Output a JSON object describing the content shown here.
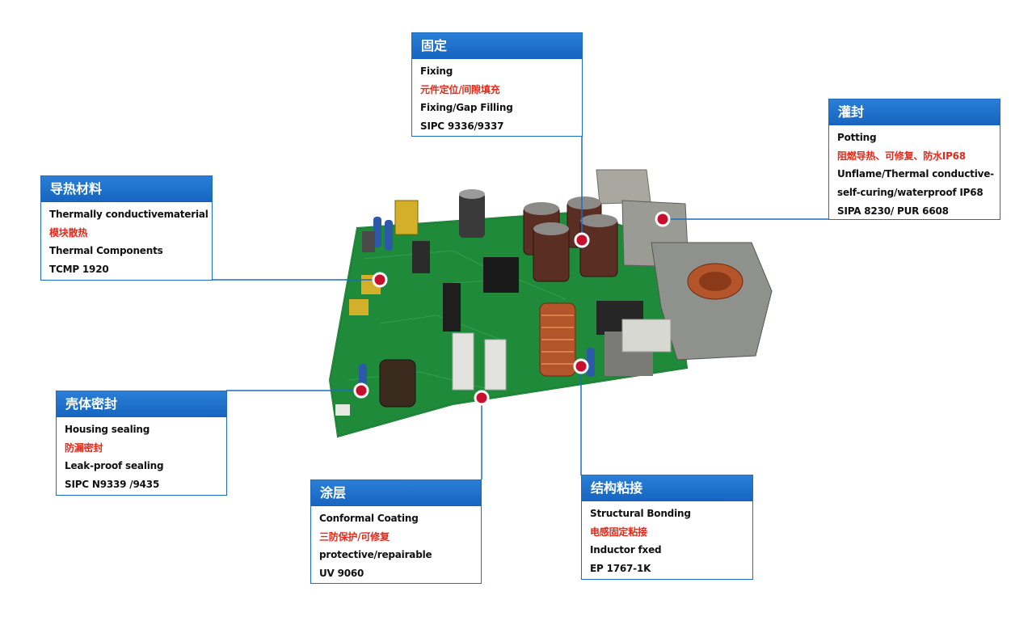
{
  "callouts": {
    "fixing": {
      "title": "固定",
      "line1": "Fixing",
      "line2": "元件定位/间隙填充",
      "line3": "Fixing/Gap Filling",
      "line4": "SIPC 9336/9337"
    },
    "potting": {
      "title": "灌封",
      "line1": "Potting",
      "line2": "阻燃导热、可修复、防水IP68",
      "line3": "Unflame/Thermal conductive-",
      "line4": "self-curing/waterproof IP68",
      "line5": "SIPA 8230/ PUR 6608"
    },
    "thermal": {
      "title": "导热材料",
      "line1": "Thermally conductivematerial",
      "line2": "模块散热",
      "line3": "Thermal Components",
      "line4": "TCMP 1920"
    },
    "housing": {
      "title": "壳体密封",
      "line1": "Housing sealing",
      "line2": "防漏密封",
      "line3": "Leak-proof sealing",
      "line4": "SIPC N9339 /9435"
    },
    "coating": {
      "title": "涂层",
      "line1": "Conformal Coating",
      "line2": "三防保护/可修复",
      "line3": "protective/repairable",
      "line4": "UV 9060"
    },
    "bonding": {
      "title": "结构粘接",
      "line1": "Structural Bonding",
      "line2": "电感固定粘接",
      "line3": "Inductor fxed",
      "line4": "EP 1767-1K"
    }
  },
  "colors": {
    "accent": "#1c6cc4",
    "highlight": "#e02b1a",
    "marker": "#c8102e",
    "pcb": "#1f8a3a"
  }
}
